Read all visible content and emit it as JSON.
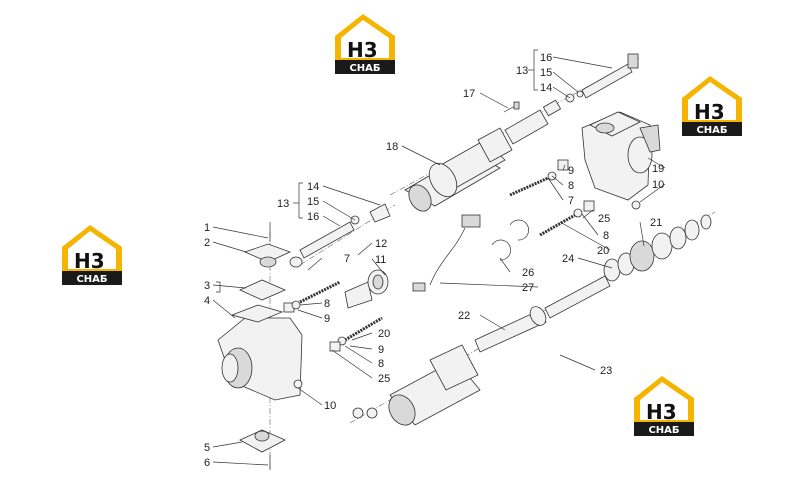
{
  "diagram": {
    "logo": {
      "mark": "H3",
      "caption": "СНАБ",
      "accent": "#f5b400",
      "dark": "#1a1a1a"
    },
    "callouts": {
      "c1": "1",
      "c2": "2",
      "c3": "3",
      "c4": "4",
      "c5": "5",
      "c6": "6",
      "c7a": "7",
      "c7b": "7",
      "c8a": "8",
      "c8b": "8",
      "c8c": "8",
      "c9a": "9",
      "c9b": "9",
      "c10a": "10",
      "c10b": "10",
      "c11": "11",
      "c12": "12",
      "c13a": "13",
      "c14a": "14",
      "c15a": "15",
      "c16a": "16",
      "c13b": "13",
      "c14b": "14",
      "c15b": "15",
      "c16b": "16",
      "c17": "17",
      "c18": "18",
      "c19": "19",
      "c20a": "20",
      "c20b": "20",
      "c21": "21",
      "c22": "22",
      "c23": "23",
      "c24": "24",
      "c25a": "25",
      "c25b": "25",
      "c26": "26",
      "c27": "27"
    }
  }
}
